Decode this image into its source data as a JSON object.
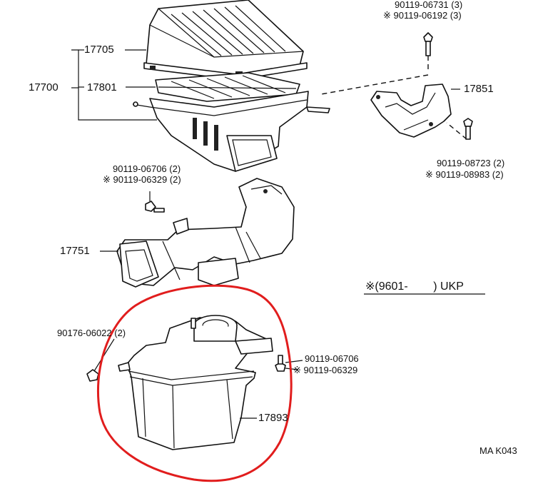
{
  "parts": {
    "p17705": "17705",
    "p17700": "17700",
    "p17801": "17801",
    "p17851": "17851",
    "p17751": "17751",
    "p17893": "17893"
  },
  "fasteners": {
    "top_right": {
      "line1": "90119-06731 (3)",
      "line2": "90119-06192 (3)"
    },
    "bracket": {
      "line1": "90119-08723 (2)",
      "line2": "90119-08983 (2)"
    },
    "hose_bolt": {
      "line1": "90119-06706 (2)",
      "line2": "90119-06329 (2)"
    },
    "nut_left": {
      "line1": "90176-06022 (2)"
    },
    "resonator_bolt": {
      "line1": "90119-06706",
      "line2": "90119-06329"
    }
  },
  "legend": {
    "mark": "※",
    "text": "(9601-        ) UKP"
  },
  "diagram_code": "MA K043",
  "colors": {
    "highlight": "#e11d1d",
    "ink": "#111111"
  }
}
